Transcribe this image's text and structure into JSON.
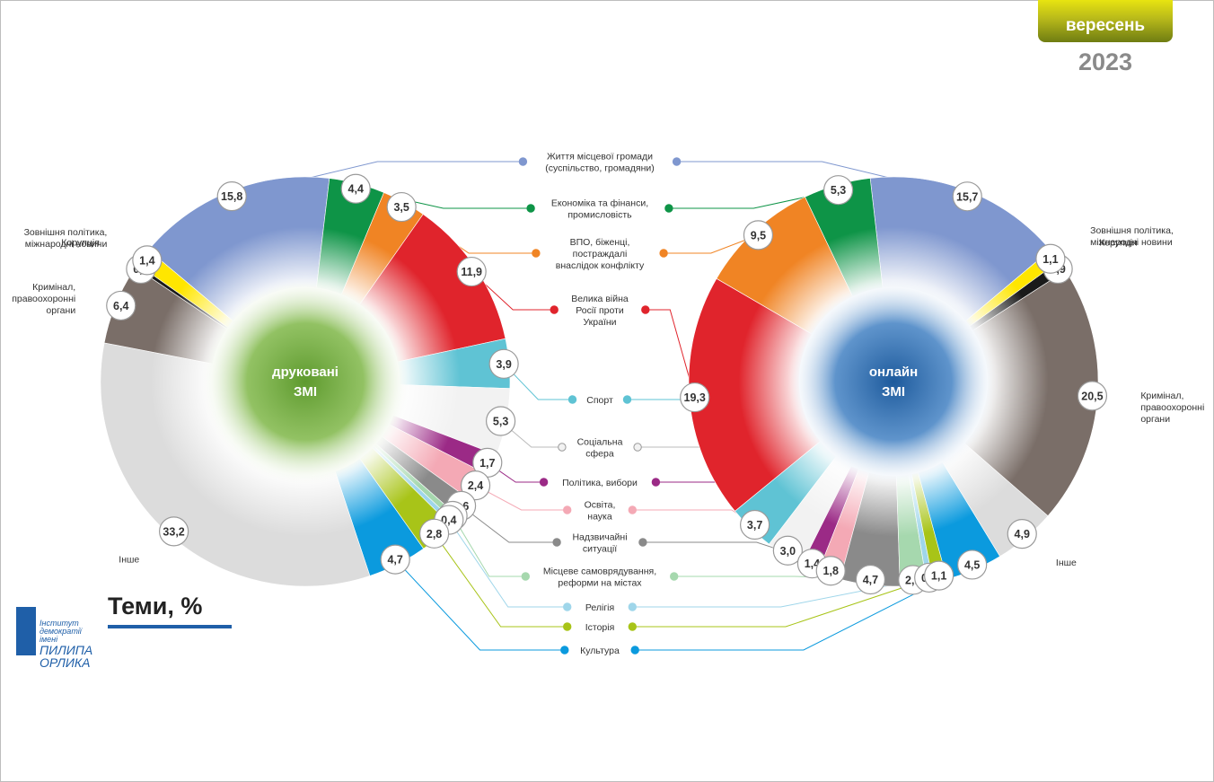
{
  "header": {
    "month": "вересень",
    "year": "2023"
  },
  "footer": {
    "title": "Теми, %",
    "logo_lines": [
      "Інститут демократії",
      "імені",
      "ПИЛИПА",
      "ОРЛИКА"
    ]
  },
  "chart_data": {
    "type": "pie",
    "variant": "half-donut comparison with shared central legend",
    "categories": [
      {
        "name": "Життя місцевої громади (суспільство, громадяни)",
        "color": "#7f97cf"
      },
      {
        "name": "Економіка та фінанси, промисловість",
        "color": "#0e9447"
      },
      {
        "name": "ВПО, біженці, постраждалі внаслідок конфлікту",
        "color": "#f08424"
      },
      {
        "name": "Велика війна Росії проти України",
        "color": "#e0242c"
      },
      {
        "name": "Спорт",
        "color": "#5fc3d4"
      },
      {
        "name": "Соціальна сфера",
        "color": "#f2f2f2"
      },
      {
        "name": "Політика, вибори",
        "color": "#9b2a86"
      },
      {
        "name": "Освіта, наука",
        "color": "#f4a9b5"
      },
      {
        "name": "Надзвичайні ситуації",
        "color": "#8a8a8a"
      },
      {
        "name": "Місцеве самоврядування, реформи на містах",
        "color": "#a6d8ae"
      },
      {
        "name": "Релігія",
        "color": "#9fd6ea"
      },
      {
        "name": "Історія",
        "color": "#a8c418"
      },
      {
        "name": "Культура",
        "color": "#0b9ade"
      },
      {
        "name": "Інше",
        "color": "#dcdcdc"
      },
      {
        "name": "Кримінал, правоохоронні органи",
        "color": "#7a6e68"
      },
      {
        "name": "Корупція",
        "color": "#1a1a1a"
      },
      {
        "name": "Зовнішня політика, міжнародні новини",
        "color": "#ffe600"
      }
    ],
    "central_labels": [
      {
        "text": "Життя місцевої громади\n(суспільство, громадяни)",
        "category": 0
      },
      {
        "text": "Економіка та фінанси,\nпромисловість",
        "category": 1
      },
      {
        "text": "ВПО, біженці,\nпостраждалі\nвнаслідок конфлікту",
        "category": 2
      },
      {
        "text": "Велика війна\nРосії проти\nУкраїни",
        "category": 3
      },
      {
        "text": "Спорт",
        "category": 4
      },
      {
        "text": "Соціальна\nсфера",
        "category": 5
      },
      {
        "text": "Політика, вибори",
        "category": 6
      },
      {
        "text": "Освіта,\nнаука",
        "category": 7
      },
      {
        "text": "Надзвичайні\nситуації",
        "category": 8
      },
      {
        "text": "Місцеве самоврядування,\nреформи на містах",
        "category": 9
      },
      {
        "text": "Релігія",
        "category": 10
      },
      {
        "text": "Історія",
        "category": 11
      },
      {
        "text": "Культура",
        "category": 12
      }
    ],
    "series": [
      {
        "name": "друковані ЗМІ",
        "values": [
          15.8,
          4.4,
          3.5,
          11.9,
          3.9,
          5.3,
          1.7,
          2.4,
          1.6,
          0.5,
          0.4,
          2.8,
          4.7,
          33.2,
          6.4,
          0.3,
          1.4
        ],
        "value_labels": [
          "15,8",
          "4,4",
          "3,5",
          "11,9",
          "3,9",
          "5,3",
          "1,7",
          "2,4",
          "1,6",
          "0,5",
          "0,4",
          "2,8",
          "4,7",
          "33,2",
          "6,4",
          "0,3",
          "1,4"
        ],
        "outer_labels": [
          {
            "text": "Зовнішня політика,\nміжнародні новини",
            "category": 16
          },
          {
            "text": "Корупція",
            "category": 15
          },
          {
            "text": "Кримінал,\nправоохоронні\nоргани",
            "category": 14
          },
          {
            "text": "Інше",
            "category": 13
          }
        ]
      },
      {
        "name": "онлайн ЗМІ",
        "values": [
          15.7,
          5.3,
          9.5,
          19.3,
          3.7,
          3.0,
          1.4,
          1.8,
          4.7,
          2.1,
          0.5,
          1.1,
          4.5,
          4.9,
          20.5,
          0.9,
          1.1
        ],
        "value_labels": [
          "15,7",
          "5,3",
          "9,5",
          "19,3",
          "3,7",
          "3,0",
          "1,4",
          "1,8",
          "4,7",
          "2,1",
          "0,5",
          "1,1",
          "4,5",
          "4,9",
          "20,5",
          "0,9",
          "1,1"
        ],
        "outer_labels": [
          {
            "text": "Зовнішня політика,\nміжнародні новини",
            "category": 16
          },
          {
            "text": "Корупція",
            "category": 15
          },
          {
            "text": "Кримінал,\nправоохоронні\nоргани",
            "category": 14
          },
          {
            "text": "Інше",
            "category": 13
          }
        ]
      }
    ]
  }
}
